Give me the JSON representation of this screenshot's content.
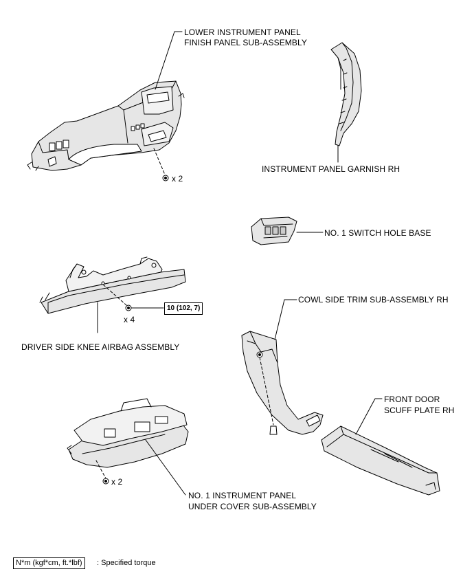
{
  "labels": {
    "lower_panel_line1": "LOWER INSTRUMENT PANEL",
    "lower_panel_line2": "FINISH PANEL SUB-ASSEMBLY",
    "garnish_rh": "INSTRUMENT PANEL GARNISH RH",
    "switch_hole_base": "NO. 1 SWITCH HOLE BASE",
    "cowl_side_trim": "COWL SIDE TRIM SUB-ASSEMBLY RH",
    "knee_airbag": "DRIVER SIDE KNEE AIRBAG ASSEMBLY",
    "scuff_plate_line1": "FRONT DOOR",
    "scuff_plate_line2": "SCUFF PLATE RH",
    "under_cover_line1": "NO. 1 INSTRUMENT PANEL",
    "under_cover_line2": "UNDER COVER SUB-ASSEMBLY"
  },
  "quantities": {
    "lower_panel_screws": "x 2",
    "knee_airbag_bolts": "x 4",
    "under_cover_screws": "x 2"
  },
  "torque": {
    "knee_airbag_bolt": "10 (102, 7)"
  },
  "legend": {
    "unit_box": "N*m (kgf*cm, ft.*lbf)",
    "description": ": Specified torque"
  }
}
